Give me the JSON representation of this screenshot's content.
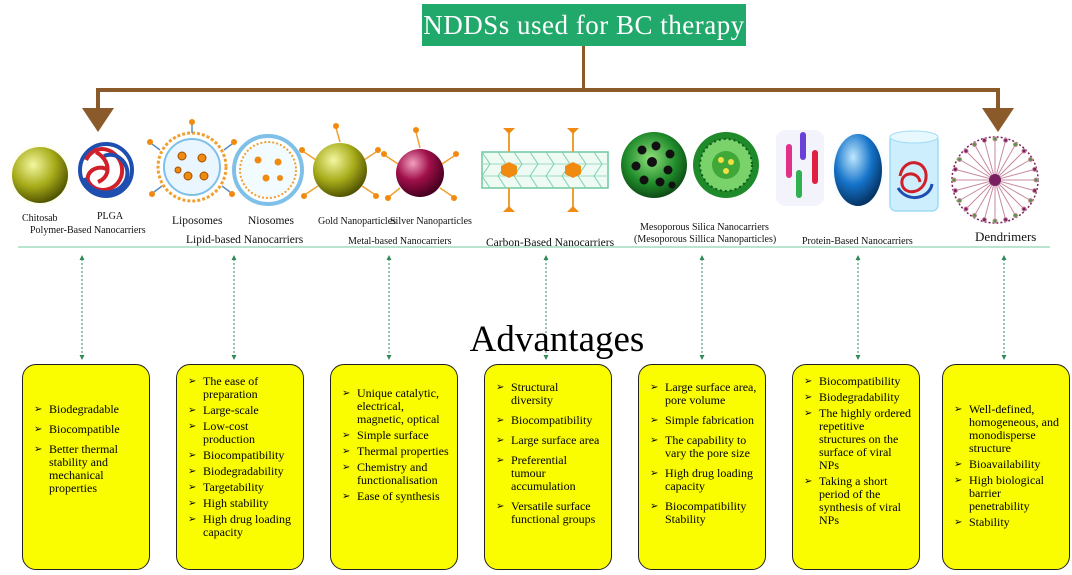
{
  "title": "NDDSs used for BC therapy",
  "advantages_title": "Advantages",
  "nanocarriers": {
    "polymer": {
      "items": [
        "Chitosab",
        "PLGA"
      ],
      "group": "Polymer-Based Nanocarriers"
    },
    "lipid": {
      "items": [
        "Liposomes",
        "Niosomes"
      ],
      "group": "Lipid-based Nanocarriers"
    },
    "metal": {
      "items": [
        "Gold Nanoparticles",
        "Silver Nanoparticles"
      ],
      "group": "Metal-based Nanocarriers"
    },
    "carbon": {
      "group": "Carbon-Based Nanocarriers"
    },
    "silica": {
      "group_line1": "Mesoporous Silica Nanocarriers",
      "group_line2": "(Mesoporous Sillica Nanoparticles)"
    },
    "protein": {
      "group": "Protein-Based Nanocarriers"
    },
    "dendrimers": {
      "group": "Dendrimers"
    }
  },
  "colors": {
    "title_bg": "#21a86b",
    "arrow": "#8b5a2b",
    "box_fill": "#fafd00",
    "divider": "#8fd4b0",
    "dotted": "#2e8b57"
  },
  "advantages": [
    {
      "name": "polymer",
      "items": [
        "Biodegradable",
        "Biocompatible",
        "Better thermal stability and mechanical properties"
      ]
    },
    {
      "name": "lipid",
      "items": [
        "The ease of preparation",
        "Large-scale",
        "Low-cost production",
        "Biocompatibility",
        "Biodegradability",
        "Targetability",
        "High stability",
        "High drug loading capacity"
      ]
    },
    {
      "name": "metal",
      "items": [
        "Unique catalytic, electrical, magnetic, optical",
        "Simple surface",
        "Thermal properties",
        "Chemistry and functionalisation",
        "Ease of synthesis"
      ]
    },
    {
      "name": "carbon",
      "items": [
        "Structural diversity",
        "Biocompatibility",
        "Large surface area",
        "Preferential tumour accumulation",
        "Versatile surface functional groups"
      ]
    },
    {
      "name": "silica",
      "items": [
        "Large surface area, pore volume",
        "Simple fabrication",
        "The capability to vary the pore size",
        "High drug loading capacity",
        "Biocompatibility Stability"
      ]
    },
    {
      "name": "protein",
      "items": [
        "Biocompatibility",
        "Biodegradability",
        "The highly ordered repetitive structures on the surface of viral NPs",
        "Taking a short period of the synthesis of viral NPs"
      ]
    },
    {
      "name": "dendrimers",
      "items": [
        "Well-defined, homogeneous, and monodisperse structure",
        "Bioavailability",
        "High biological barrier penetrability",
        "Stability"
      ]
    }
  ]
}
